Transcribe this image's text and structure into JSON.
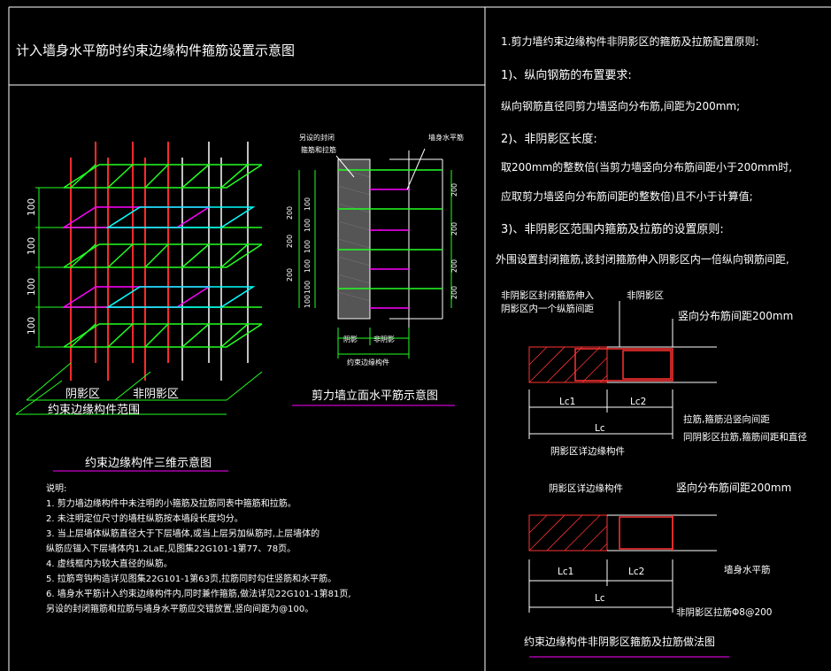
{
  "header": {
    "title": "计入墙身水平筋时约束边缘构件箍筋设置示意图"
  },
  "left_diagram": {
    "dim_labels": [
      "100",
      "100",
      "100",
      "100"
    ],
    "shade_label": "阴影区",
    "nonshade_label": "非阴影区",
    "range_label": "约束边缘构件范围",
    "caption": "约束边缘构件三维示意图"
  },
  "mid_diagram": {
    "label_stirrup_top": "另设的封闭",
    "label_stirrup_bot": "箍筋和拉筋",
    "label_wallbar": "墙身水平筋",
    "dims_200": [
      "200",
      "200",
      "200"
    ],
    "dims_100": [
      "100",
      "100",
      "100",
      "100",
      "100",
      "100"
    ],
    "right_dims_200": [
      "200",
      "200",
      "200",
      "200"
    ],
    "shade_label": "阴影",
    "nonshade_label": "非阴影",
    "range_label": "约束边缘构件",
    "caption": "剪力墙立面水平筋示意图"
  },
  "notes": {
    "heading": "说明:",
    "lines": [
      "1. 剪力墙边缘构件中未注明的小箍筋及拉筋同表中箍筋和拉筋。",
      "2. 未注明定位尺寸的墙柱纵筋按本墙段长度均分。",
      "3. 当上层墙体纵筋直径大于下层墙体,或当上层另加纵筋时,上层墙体的",
      "纵筋应锚入下层墙体内1.2LaE,见图集22G101-1第77、78页。",
      "4. 虚线框内为较大直径的纵筋。",
      "5. 拉筋弯钩构造详见图集22G101-1第63页,拉筋同时勾住竖筋和水平筋。",
      "6. 墙身水平筋计入约束边缘构件内,同时兼作箍筋,做法详见22G101-1第81页,",
      "另设的封闭箍筋和拉筋与墙身水平筋应交错放置,竖向间距为@100。"
    ]
  },
  "right_panel": {
    "principle_title": "1.剪力墙约束边缘构件非阴影区的箍筋及拉筋配置原则:",
    "sec1_title": "1)、纵向钢筋的布置要求:",
    "sec1_text": "纵向钢筋直径同剪力墙竖向分布筋,间距为200mm;",
    "sec2_title": "2)、非阴影区长度:",
    "sec2_text1": "取200mm的整数倍(当剪力墙竖向分布筋间距小于200mm时,",
    "sec2_text2": "应取剪力墙竖向分布筋间距的整数倍)且不小于计算值;",
    "sec3_title": "3)、非阴影区范围内箍筋及拉筋的设置原则:",
    "sec3_text": "外围设置封闭箍筋,该封闭箍筋伸入阴影区内一倍纵向钢筋间距,",
    "d1_label_a1": "非阴影区封闭箍筋伸入",
    "d1_label_a2": "阴影区内一个纵筋间距",
    "d1_label_b": "非阴影区",
    "d1_label_c": "竖向分布筋间距200mm",
    "d1_lc1": "Lc1",
    "d1_lc2": "Lc2",
    "d1_lc": "Lc",
    "d1_label_d": "拉筋,箍筋沿竖向间距",
    "d1_label_e": "同阴影区拉筋,箍筋间距和直径",
    "d1_label_f": "阴影区详边缘构件",
    "d2_label_a": "阴影区详边缘构件",
    "d2_label_b": "竖向分布筋间距200mm",
    "d2_lc1": "Lc1",
    "d2_lc2": "Lc2",
    "d2_lc": "Lc",
    "d2_label_c": "墙身水平筋",
    "d2_label_d": "非阴影区拉筋Φ8@200",
    "caption": "约束边缘构件非阴影区箍筋及拉筋做法图"
  },
  "colors": {
    "background": "#000000",
    "red_bars": "#ff2020",
    "green_bars": "#22ff22",
    "white_bars": "#ffffff",
    "magenta": "#ff00ff",
    "cyan": "#00ffff",
    "yellow": "#ffff00",
    "hatch": "#ff3333"
  }
}
